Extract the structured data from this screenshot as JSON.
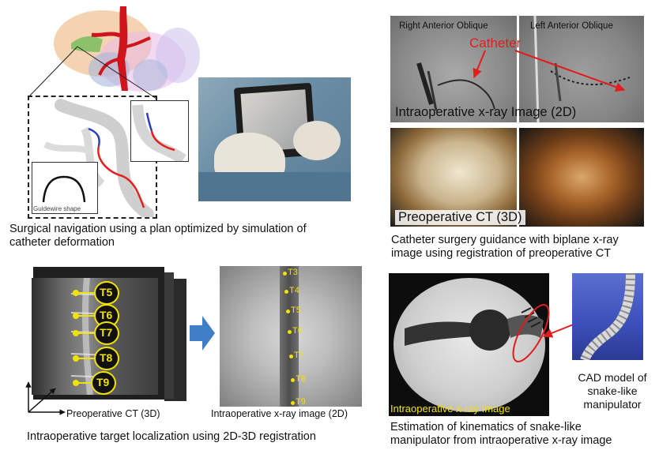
{
  "panel_tl": {
    "inset_label": "Guidewire shape",
    "caption_line1": "Surgical navigation using a plan optimized by simulation of",
    "caption_line2": "catheter deformation"
  },
  "panel_tr": {
    "view_left": "Right Anterior Oblique",
    "view_right": "Left Anterior Oblique",
    "catheter_label": "Catheter",
    "xray_label": "Intraoperative  x-ray  Image  (2D)",
    "ct_label": "Preoperative  CT  (3D)",
    "caption_line1": "Catheter surgery guidance with biplane x-ray",
    "caption_line2": "image using registration of preoperative CT"
  },
  "panel_bl": {
    "vertebrae_ct": [
      "T5",
      "T6",
      "T7",
      "T8",
      "T9"
    ],
    "ct_label": "Preoperative CT (3D)",
    "vertebrae_xray": [
      "T3",
      "T4",
      "T5",
      "T6",
      "T7",
      "T8",
      "T9"
    ],
    "xray_label": "Intraoperative x-ray  image (2D)",
    "caption": "Intraoperative target localization using 2D-3D registration"
  },
  "panel_br": {
    "xray_label": "Intraoperative x-ray Image",
    "cad_line1": "CAD model of",
    "cad_line2": "snake-like",
    "cad_line3": "manipulator",
    "caption_line1": "Estimation of kinematics of snake-like",
    "caption_line2": "manipulator from intraoperative x-ray image"
  },
  "colors": {
    "accent_red": "#e31b1b",
    "label_yellow": "#f2e200",
    "arrow_blue": "#3f7fc6",
    "catheter_red": "#ff2020"
  }
}
